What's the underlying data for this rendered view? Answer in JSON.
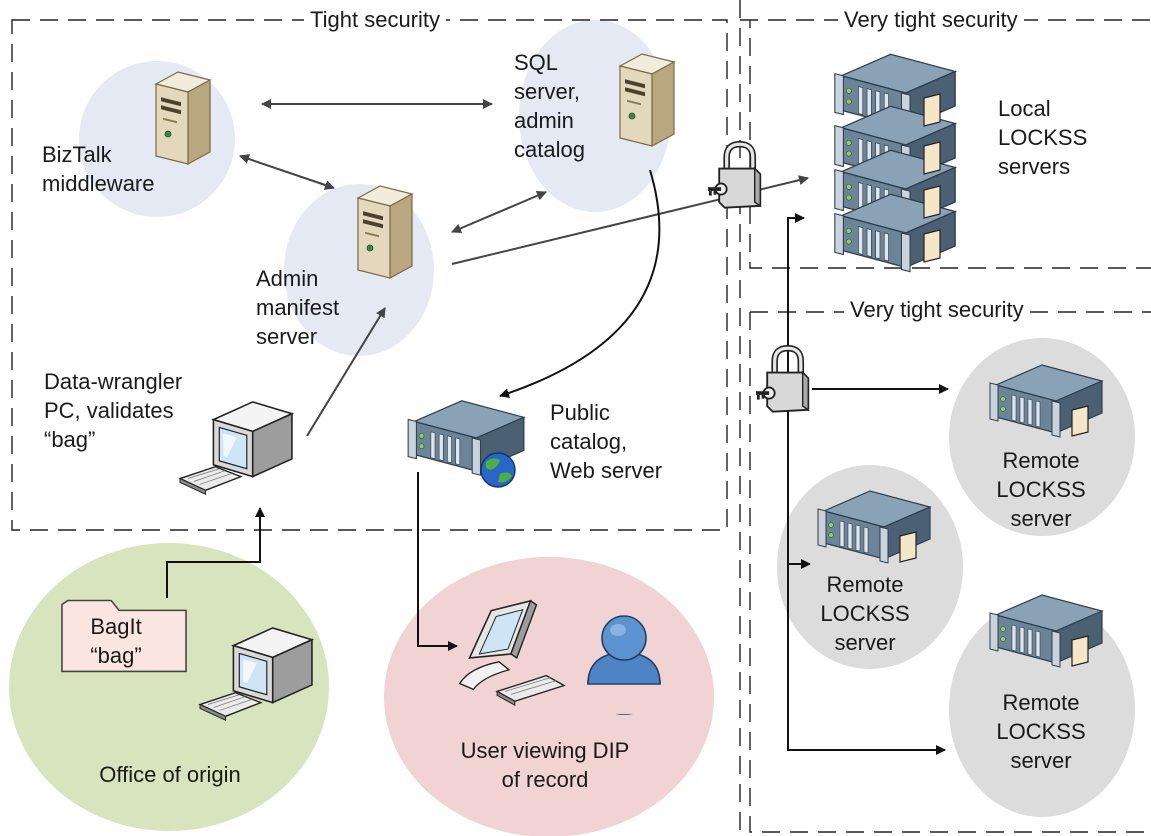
{
  "zones": {
    "tight": "Tight security",
    "very_tight_local": "Very tight security",
    "very_tight_remote": "Very tight security"
  },
  "nodes": {
    "biztalk": "BizTalk\nmiddleware",
    "sql": "SQL\nserver,\nadmin\ncatalog",
    "admin_manifest": "Admin\nmanifest\nserver",
    "wrangler": "Data-wrangler\nPC, validates\n“bag”",
    "public_catalog": "Public\ncatalog,\nWeb server",
    "local_lockss": "Local\nLOCKSS\nservers",
    "remote_a": "Remote\nLOCKSS\nserver",
    "remote_b": "Remote\nLOCKSS\nserver",
    "remote_c": "Remote\nLOCKSS\nserver",
    "bagit": "BagIt\n“bag”",
    "office": "Office of origin",
    "user": "User viewing DIP\nof record"
  },
  "colors": {
    "halo_blue": "#e4e9f3",
    "halo_gray": "#dcdcdc",
    "office_green": "#d7e4bd",
    "user_red": "#f0d3d2",
    "folder_pink": "#fbe5e0",
    "server_slate": "#5c7387",
    "tower_beige": "#ddd2b6"
  },
  "icons": [
    "server-tower-icon",
    "rack-server-icon",
    "padlock-icon",
    "desktop-pc-icon",
    "folder-icon",
    "user-icon",
    "globe-icon"
  ]
}
